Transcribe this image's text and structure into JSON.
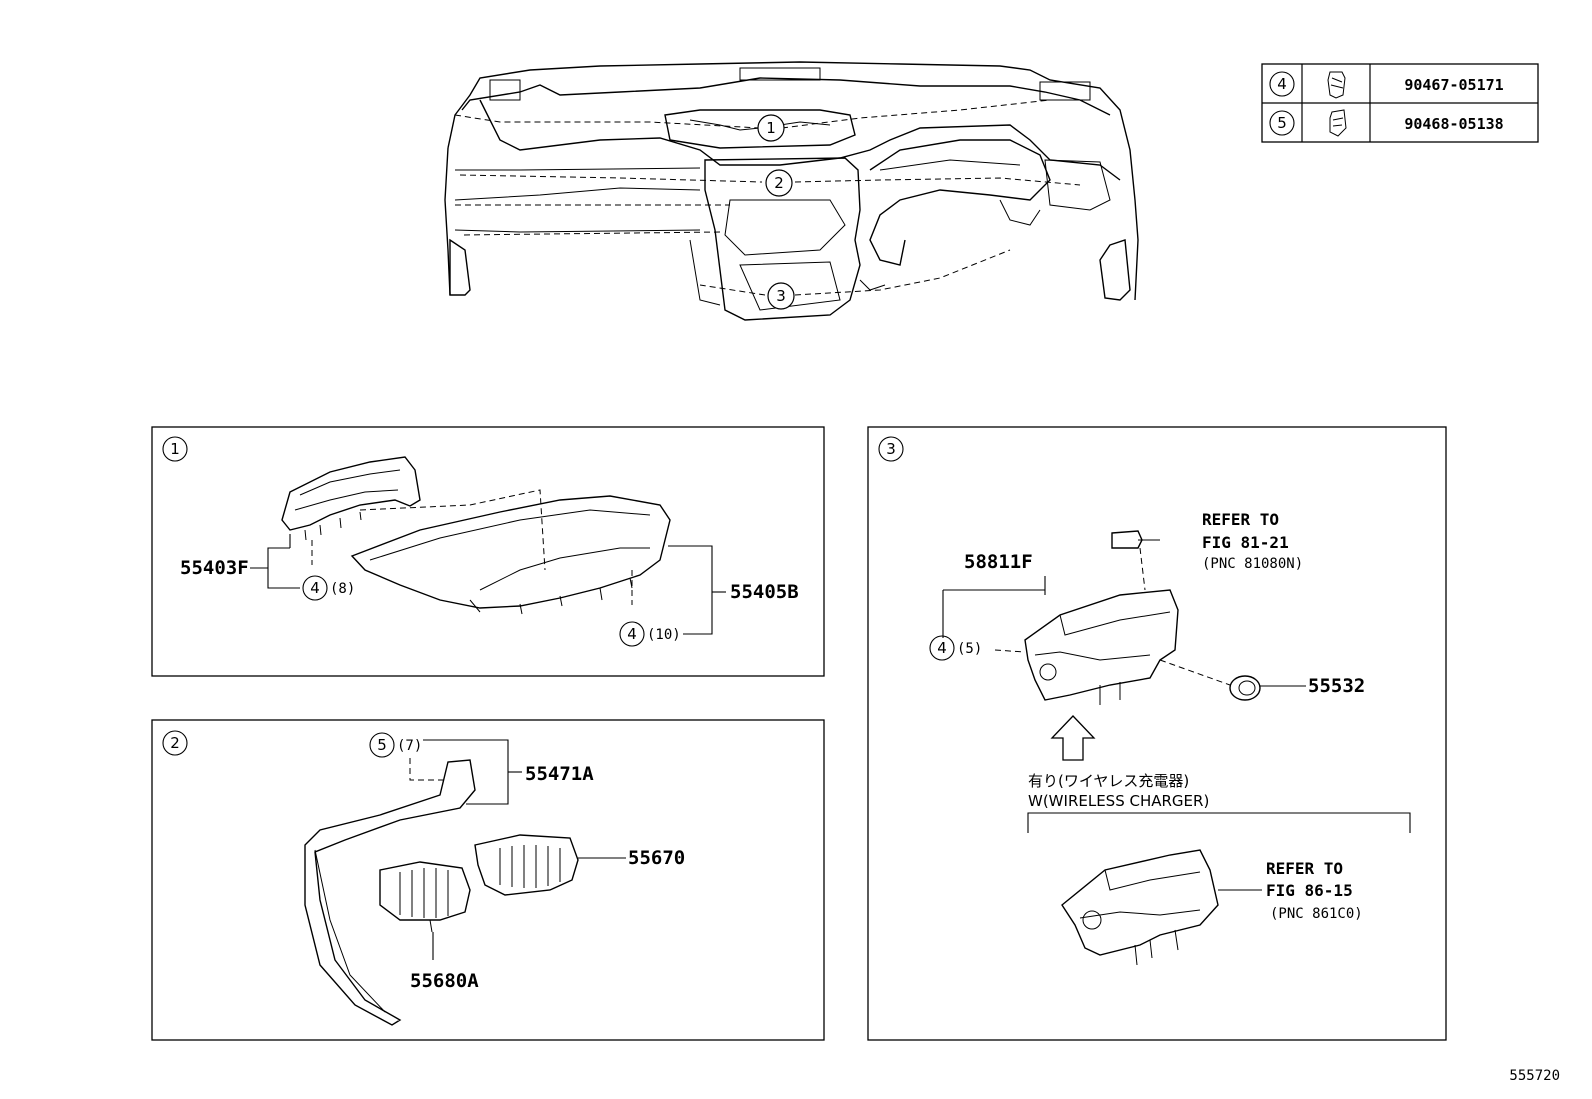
{
  "parts_table": [
    {
      "ref": "4",
      "part_no": "90467-05171"
    },
    {
      "ref": "5",
      "part_no": "90468-05138"
    }
  ],
  "overview_callouts": [
    "1",
    "2",
    "3"
  ],
  "panel1": {
    "ref": "1",
    "labels": {
      "p55403F": "55403F",
      "p55405B": "55405B",
      "c4a": "4",
      "q8": "(8)",
      "c4b": "4",
      "q10": "(10)"
    }
  },
  "panel2": {
    "ref": "2",
    "labels": {
      "c5": "5",
      "q7": "(7)",
      "p55471A": "55471A",
      "p55670": "55670",
      "p55680A": "55680A"
    }
  },
  "panel3": {
    "ref": "3",
    "labels": {
      "p58811F": "58811F",
      "c4": "4",
      "q5": "(5)",
      "p55532": "55532",
      "refer1_l1": "REFER TO",
      "refer1_l2": "FIG 81-21",
      "refer1_l3": "(PNC 81080N)",
      "note_jp": "有り(ワイヤレス充電器)",
      "note_en": "W(WIRELESS CHARGER)",
      "refer2_l1": "REFER TO",
      "refer2_l2": "FIG 86-15",
      "refer2_l3": "(PNC 861C0)"
    }
  },
  "figure_id": "555720"
}
